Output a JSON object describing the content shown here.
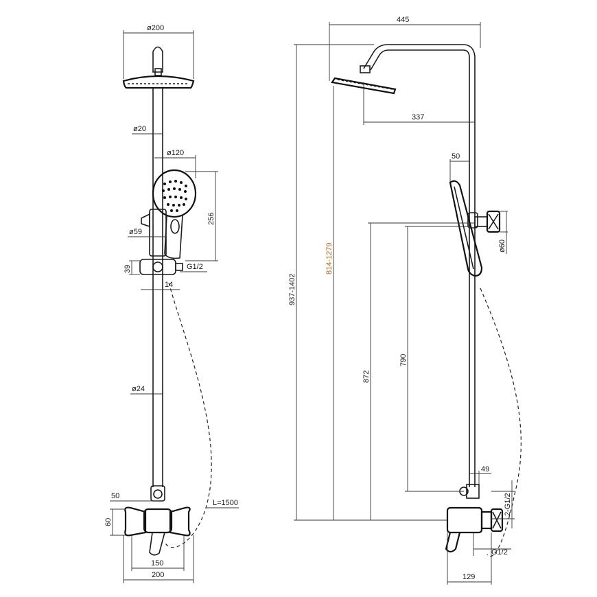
{
  "dimensions": {
    "side_view": {
      "head_diameter": "ø200",
      "pipe_diameter_upper": "ø20",
      "hand_shower_diameter": "ø120",
      "hand_shower_length": "256",
      "holder_diameter": "ø59",
      "slider_height": "39",
      "hose_thread": "G1/2",
      "slider_offset": "14",
      "pipe_diameter_lower": "ø24",
      "hose_length": "L=1500",
      "mixer_depth": "50",
      "mixer_height": "60",
      "connection_centers": "150",
      "mixer_width": "200"
    },
    "front_view": {
      "overall_width": "445",
      "arm_reach": "337",
      "hand_shower_width": "50",
      "wall_bracket_diameter": "ø60",
      "total_height": "937-1402",
      "head_height": "814-1279",
      "bracket_height": "872",
      "diverter_height": "790",
      "diverter_size": "49",
      "outlet_thread": "2-G1/2",
      "inlet_thread": "G1/2",
      "projection": "129"
    }
  },
  "colors": {
    "line": "#1a1a1a",
    "accent": "#b5651d"
  }
}
